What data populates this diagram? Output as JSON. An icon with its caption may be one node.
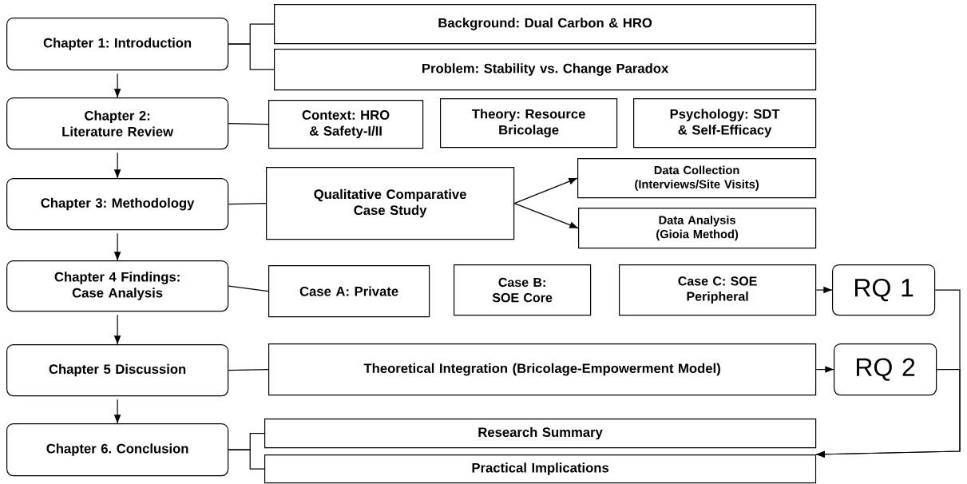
{
  "diagram": {
    "nodes": [
      {
        "text": [
          "Chapter 1: Introduction"
        ]
      },
      {
        "text": [
          "Background: Dual Carbon & HRO"
        ]
      },
      {
        "text": [
          "Problem: Stability vs. Change Paradox"
        ]
      },
      {
        "text": [
          "Chapter 2: Literature Review"
        ]
      },
      {
        "text": [
          "Context: HRO & Safety-I/II"
        ]
      },
      {
        "text": [
          "Theory: Resource Bricolage"
        ]
      },
      {
        "text": [
          "Psychology: SDT & Self-Efficacy"
        ]
      },
      {
        "text": [
          "Chapter 3: Methodology"
        ]
      },
      {
        "text": [
          "Qualitative Comparative Case Study"
        ]
      },
      {
        "text": [
          "Data Collection (Interviews/Site Visits)"
        ]
      },
      {
        "text": [
          "Data Analysis (Gioia Method)"
        ]
      },
      {
        "text": [
          "Chapter 4 Findings: Case Analysis"
        ]
      },
      {
        "text": [
          "Case A: Private"
        ]
      },
      {
        "text": [
          "Case B: SOE Core"
        ]
      },
      {
        "text": [
          "Case C: SOE Peripheral"
        ]
      },
      {
        "text": [
          "RQ 1"
        ]
      },
      {
        "text": [
          "Chapter 5 Discussion"
        ]
      },
      {
        "text": [
          "Theoretical Integration (Bricolage-Empowerment Model)"
        ]
      },
      {
        "text": [
          "RQ 2"
        ]
      },
      {
        "text": [
          "Chapter 6. Conclusion"
        ]
      },
      {
        "text": [
          "Research Summary"
        ]
      },
      {
        "text": [
          "Practical Implications"
        ]
      }
    ],
    "edges": [
      {
        "from": 0,
        "to": 3,
        "arrow": "to"
      },
      {
        "from": 3,
        "to": 7,
        "arrow": "to"
      },
      {
        "from": 7,
        "to": 11,
        "arrow": "to"
      },
      {
        "from": 11,
        "to": 16,
        "arrow": "to"
      },
      {
        "from": 16,
        "to": 19,
        "arrow": "to"
      },
      {
        "from": 0,
        "to": 1,
        "arrow": "none"
      },
      {
        "from": 0,
        "to": 2,
        "arrow": "none"
      },
      {
        "from": 3,
        "to": 4,
        "arrow": "none"
      },
      {
        "from": 7,
        "to": 8,
        "arrow": "none"
      },
      {
        "from": 8,
        "to": 9,
        "arrow": "to"
      },
      {
        "from": 8,
        "to": 10,
        "arrow": "to"
      },
      {
        "from": 11,
        "to": 12,
        "arrow": "none"
      },
      {
        "from": 14,
        "to": 15,
        "arrow": "to"
      },
      {
        "from": 16,
        "to": 17,
        "arrow": "none"
      },
      {
        "from": 17,
        "to": 18,
        "arrow": "to"
      },
      {
        "from": 19,
        "to": 20,
        "arrow": "none"
      },
      {
        "from": 19,
        "to": 21,
        "arrow": "none"
      },
      {
        "from": 15,
        "to": 21,
        "arrow": "to"
      },
      {
        "from": 18,
        "to": 21,
        "arrow": "to"
      }
    ]
  }
}
